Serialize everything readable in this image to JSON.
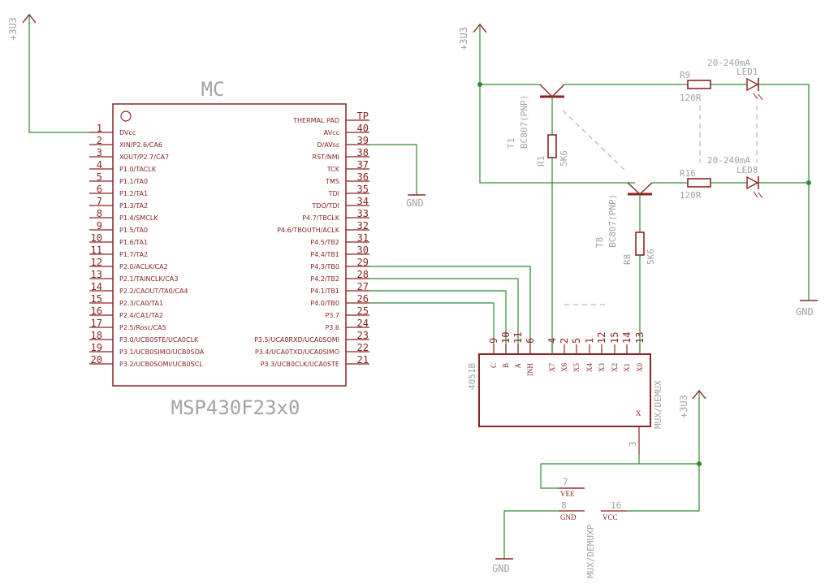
{
  "mc": {
    "label": "MC",
    "part": "MSP430F23x0",
    "left_pins": [
      {
        "num": "1",
        "name": "DVcc"
      },
      {
        "num": "2",
        "name": "XIN/P2.6/CA6"
      },
      {
        "num": "3",
        "name": "XOUT/P2.7/CA7"
      },
      {
        "num": "4",
        "name": "P1.0/TACLK"
      },
      {
        "num": "5",
        "name": "P1.1/TA0"
      },
      {
        "num": "6",
        "name": "P1.2/TA1"
      },
      {
        "num": "7",
        "name": "P1.3/TA2"
      },
      {
        "num": "8",
        "name": "P1.4/SMCLK"
      },
      {
        "num": "9",
        "name": "P1.5/TA0"
      },
      {
        "num": "10",
        "name": "P1.6/TA1"
      },
      {
        "num": "11",
        "name": "P1.7/TA2"
      },
      {
        "num": "12",
        "name": "P2.0/ACLK/CA2"
      },
      {
        "num": "13",
        "name": "P2.1/TAINCLK/CA3"
      },
      {
        "num": "14",
        "name": "P2.2/CAOUT/TA0/CA4"
      },
      {
        "num": "15",
        "name": "P2.3/CA0/TA1"
      },
      {
        "num": "16",
        "name": "P2.4/CA1/TA2"
      },
      {
        "num": "17",
        "name": "P2.5/Rosc/CA5"
      },
      {
        "num": "18",
        "name": "P3.0/UCB0STE/UCA0CLK"
      },
      {
        "num": "19",
        "name": "P3.1/UCB0SIMO/UCB0SDA"
      },
      {
        "num": "20",
        "name": "P3.2/UCB0SOMI/UCB0SCL"
      }
    ],
    "right_pins": [
      {
        "num": "TP",
        "name": "THERMAL PAD"
      },
      {
        "num": "40",
        "name": "AVcc"
      },
      {
        "num": "39",
        "name": "D/AVss"
      },
      {
        "num": "38",
        "name": "RST/NMI"
      },
      {
        "num": "37",
        "name": "TCK"
      },
      {
        "num": "36",
        "name": "TMS"
      },
      {
        "num": "35",
        "name": "TDI"
      },
      {
        "num": "34",
        "name": "TDO/TDI"
      },
      {
        "num": "33",
        "name": "P4.7/TBCLK"
      },
      {
        "num": "32",
        "name": "P4.6/TBOUTH/ACLK"
      },
      {
        "num": "31",
        "name": "P4.5/TB2"
      },
      {
        "num": "30",
        "name": "P4.4/TB1"
      },
      {
        "num": "29",
        "name": "P4.3/TB0"
      },
      {
        "num": "28",
        "name": "P4.2/TB2"
      },
      {
        "num": "27",
        "name": "P4.1/TB1"
      },
      {
        "num": "26",
        "name": "P4.0/TB0"
      },
      {
        "num": "25",
        "name": "P3.7"
      },
      {
        "num": "24",
        "name": "P3.6"
      },
      {
        "num": "23",
        "name": "P3.5/UCA0RXD/UCA0SOMI"
      },
      {
        "num": "22",
        "name": "P3.4/UCA0TXD/UCA0SIMO"
      },
      {
        "num": "21",
        "name": "P3.3/UCB0CLK/UCA0STE"
      }
    ]
  },
  "mux": {
    "label": "4051B",
    "name": "MUX/DEMUX",
    "top_pins": [
      {
        "num": "9",
        "name": "C"
      },
      {
        "num": "10",
        "name": "B"
      },
      {
        "num": "11",
        "name": "A"
      },
      {
        "num": "6",
        "name": "INH"
      },
      {
        "num": "4",
        "name": "X7"
      },
      {
        "num": "2",
        "name": "X6"
      },
      {
        "num": "5",
        "name": "X5"
      },
      {
        "num": "1",
        "name": "X4"
      },
      {
        "num": "12",
        "name": "X3"
      },
      {
        "num": "15",
        "name": "X2"
      },
      {
        "num": "14",
        "name": "X1"
      },
      {
        "num": "13",
        "name": "X0"
      }
    ],
    "x_label": "X",
    "x_pin": "3",
    "power_name": "MUX/DEMUXP",
    "power_pins": {
      "vee_num": "7",
      "vee_name": "VEE",
      "gnd_num": "8",
      "gnd_name": "GND",
      "vcc_num": "16",
      "vcc_name": "VCC"
    }
  },
  "supplies": {
    "v33": "+3U3",
    "gnd": "GND"
  },
  "transistors": [
    {
      "ref": "T1",
      "part": "BC807(PNP)"
    },
    {
      "ref": "T8",
      "part": "BC807(PNP)"
    }
  ],
  "resistors": [
    {
      "ref": "R1",
      "value": "5K6"
    },
    {
      "ref": "R8",
      "value": "5K6"
    },
    {
      "ref": "R9",
      "value": "120R"
    },
    {
      "ref": "R16",
      "value": "120R"
    }
  ],
  "leds": [
    {
      "ref": "LED1",
      "current": "20-240mA"
    },
    {
      "ref": "LED8",
      "current": "20-240mA"
    }
  ]
}
